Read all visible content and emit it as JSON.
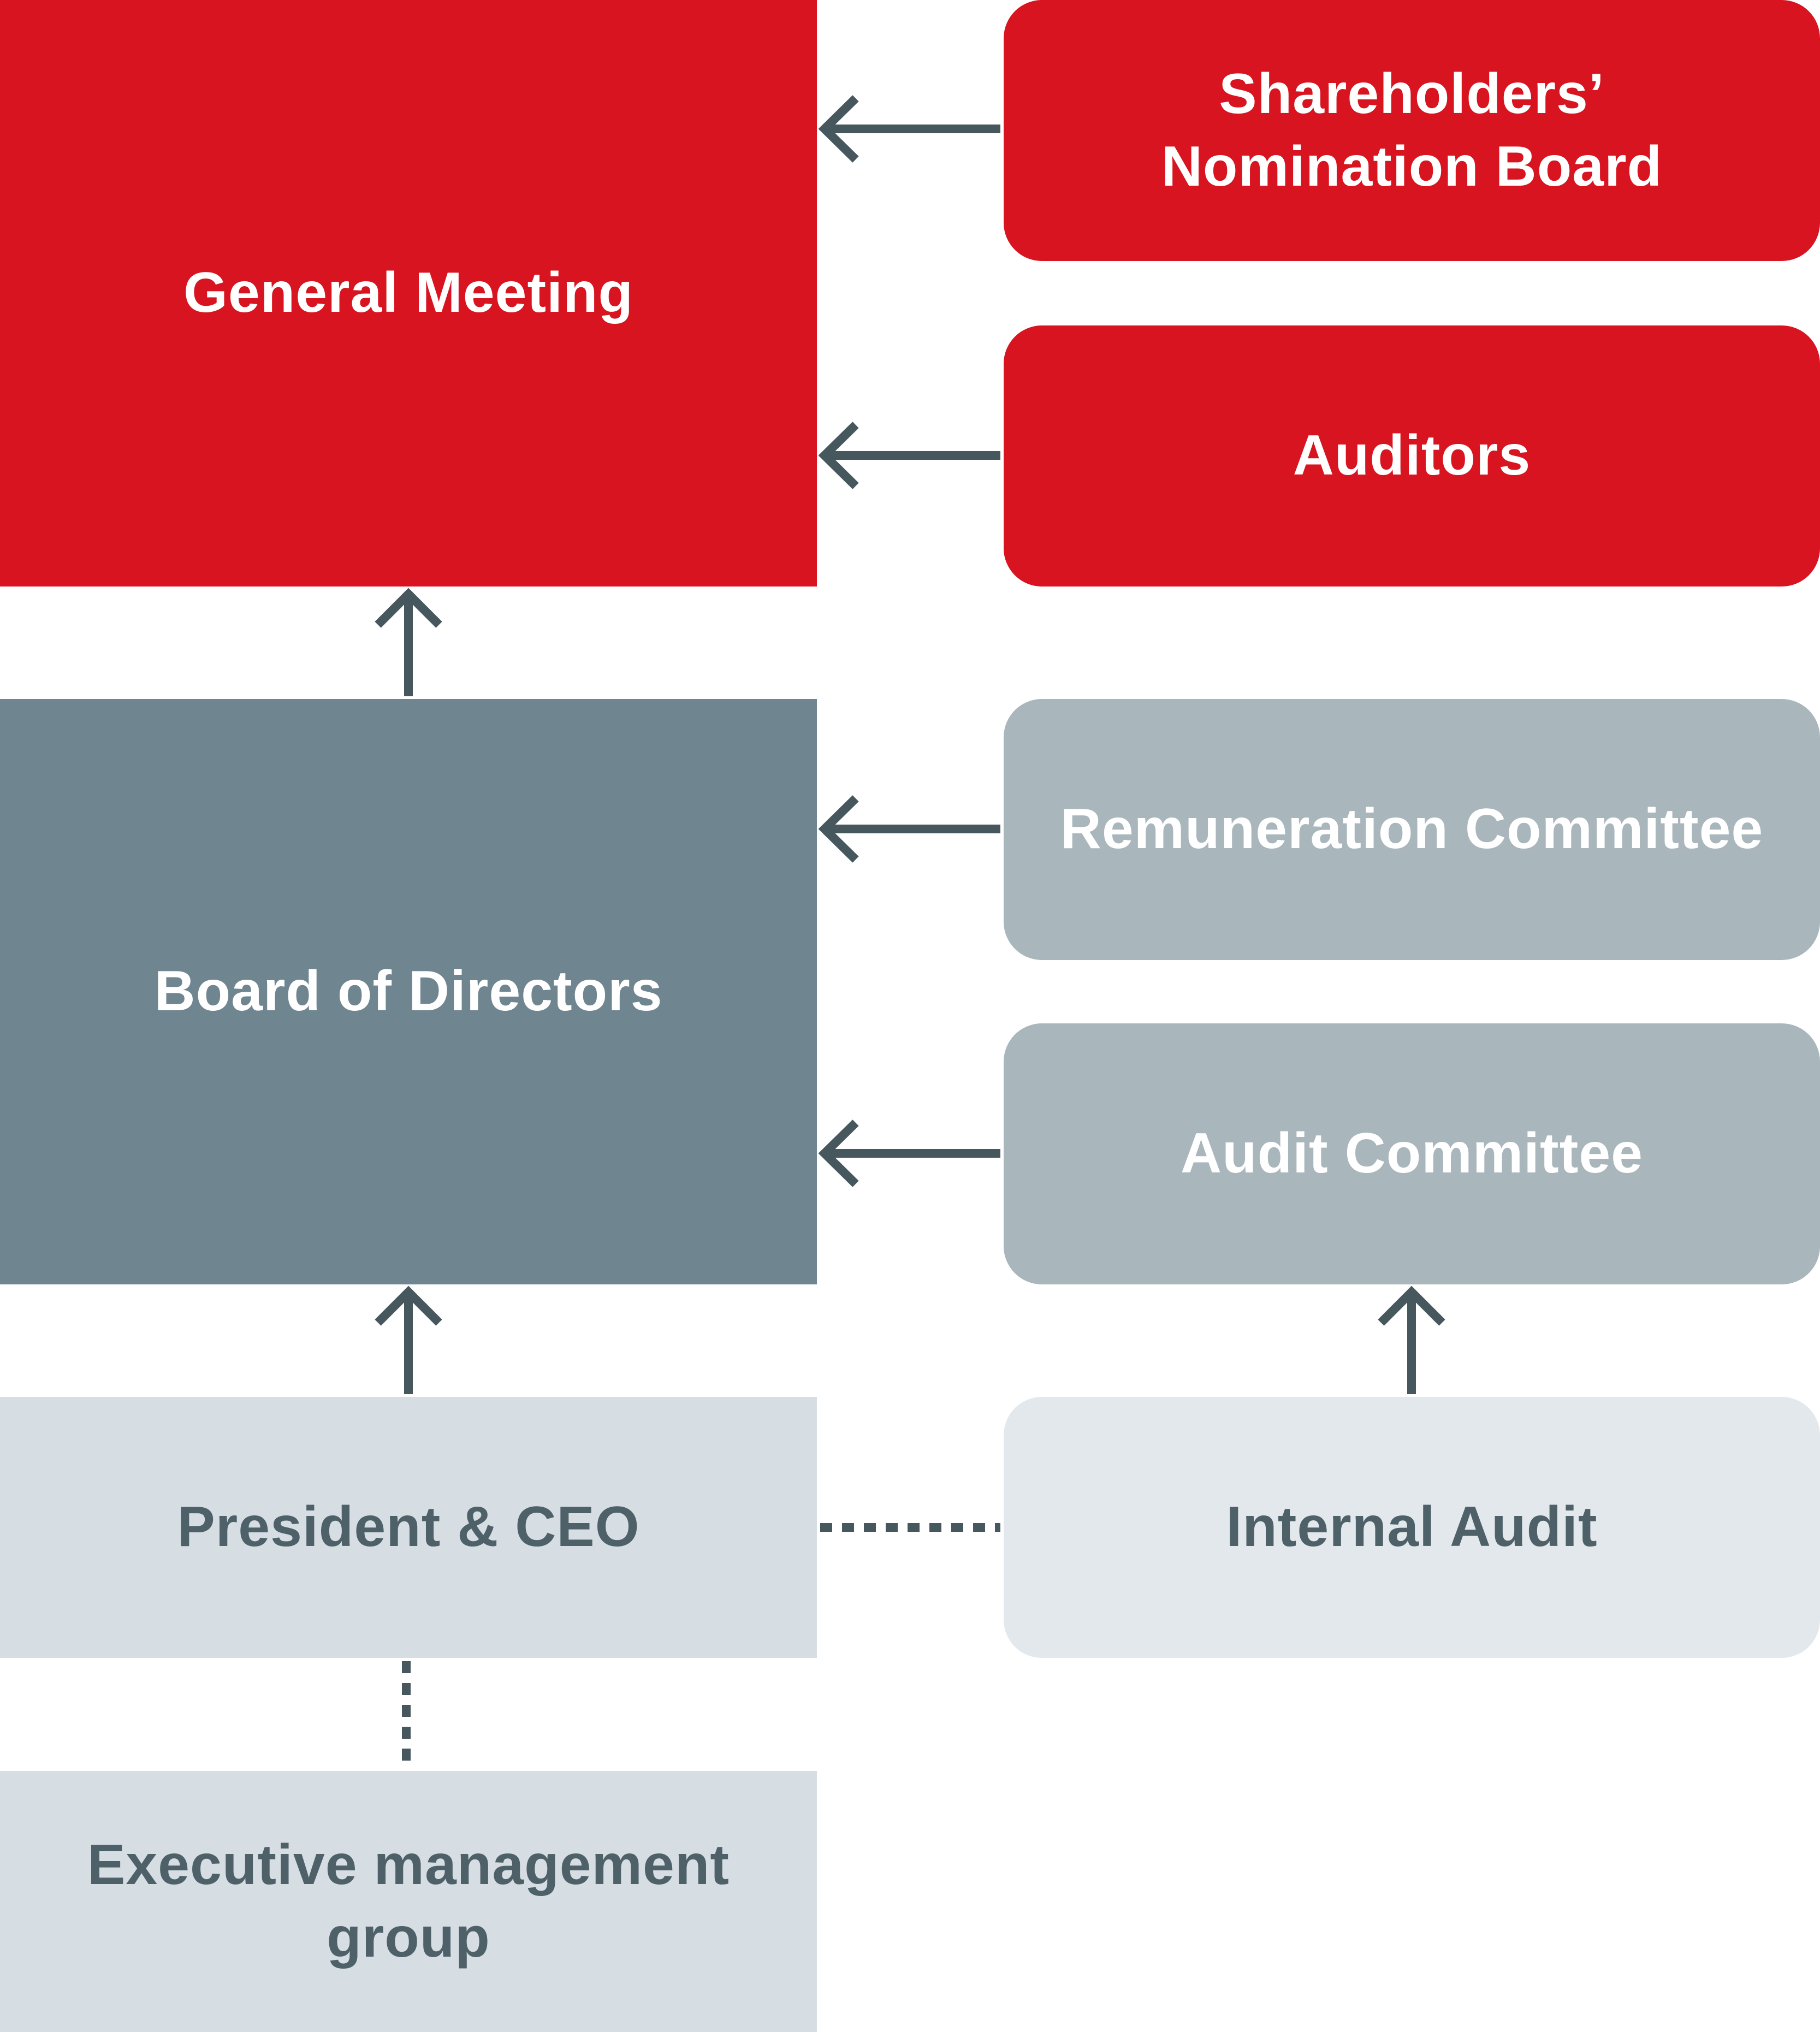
{
  "nodes": {
    "general_meeting": "General Meeting",
    "nomination_board": "Shareholders’\nNomination Board",
    "auditors": "Auditors",
    "board_of_directors": "Board of Directors",
    "remuneration_committee": "Remuneration Committee",
    "audit_committee": "Audit Committee",
    "president_ceo": "President & CEO",
    "internal_audit": "Internal Audit",
    "executive_management": "Executive management\ngroup"
  },
  "colors": {
    "red": "#d7141f",
    "slate": "#6f8590",
    "grey": "#a9b6bc",
    "pale": "#d6dde3",
    "paler": "#e3e8ec",
    "connector": "#46575e"
  }
}
